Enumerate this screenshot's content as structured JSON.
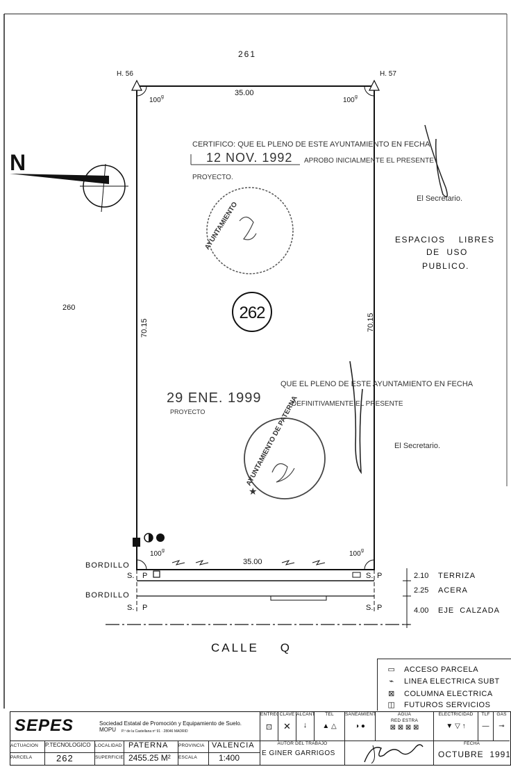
{
  "plot": {
    "parcel_top_label": "261",
    "parcel_left_label": "260",
    "parcel_number": "262",
    "north_label": "N",
    "corner_left": "H. 56",
    "corner_right": "H. 57",
    "dim_top": "35.00",
    "dim_bottom": "35.00",
    "dim_left": "70.15",
    "dim_right": "70.15",
    "angle": "100",
    "angle_sup": "g",
    "bordillo_1": "BORDILLO",
    "bordillo_2": "BORDILLO",
    "sp_s": "S.",
    "sp_p": "P",
    "street_name": "CALLE    Q",
    "free_space_1": "ESPACIOS    LIBRES",
    "free_space_2": "DE  USO",
    "free_space_3": "PUBLICO.",
    "section": [
      {
        "dim": "2.10",
        "label": "TERRIZA"
      },
      {
        "dim": "2.25",
        "label": "ACERA"
      },
      {
        "dim": "4.00",
        "label": "EJE  CALZADA"
      }
    ]
  },
  "stamps": {
    "s1_line1": "CERTIFICO: QUE EL PLENO DE ESTE AYUNTAMIENTO EN FECHA",
    "s1_date": "12 NOV. 1992",
    "s1_line2": "APROBO INICIALMENTE EL PRESENTE",
    "s1_line3": "PROYECTO.",
    "s1_secretary": "El Secretario.",
    "seal_1": "AYUNTAMIENTO",
    "s2_line1": "QUE EL PLENO DE ESTE AYUNTAMIENTO EN FECHA",
    "s2_date": "29 ENE. 1999",
    "s2_line2": "DEFINITIVAMENTE EL PRESENTE",
    "s2_line3": "PROYECTO",
    "s2_secretary": "El Secretario.",
    "seal_2": "AYUNTAMIENTO DE PATERNA"
  },
  "legend": [
    {
      "icon": "▭",
      "icon_name": "parcel-access-icon",
      "label": "ACCESO PARCELA"
    },
    {
      "icon": "⌁",
      "icon_name": "electric-line-icon",
      "label": "LINEA ELECTRICA SUBT"
    },
    {
      "icon": "⊠",
      "icon_name": "electric-column-icon",
      "label": "COLUMNA ELECTRICA"
    },
    {
      "icon": "◫",
      "icon_name": "future-services-icon",
      "label": "FUTUROS SERVICIOS"
    }
  ],
  "titleblock": {
    "logo": "SEPES",
    "company": "Sociedad Estatal de Promoción y Equipamiento de Suelo. MOPU",
    "address": "P.º de la Castellana nº 91 · 28046 MADRID",
    "services": {
      "entrega": "ENTREGA",
      "clave": "CLAVE",
      "alcant": "ALCANT.",
      "tel": "TEL",
      "saneamiento": "SANEAMIENTO",
      "agua": "AGUA",
      "electricidad": "ELECTRICIDAD",
      "tlf": "TLF",
      "gas": "GAS",
      "agua_sub": "RED    ESTRA"
    },
    "actuacion_label": "ACTUACION",
    "actuacion_value": "P.TECNOLOGICO",
    "localidad_label": "LOCALIDAD",
    "localidad_value": "PATERNA",
    "provincia_label": "PROVINCIA",
    "provincia_value": "VALENCIA",
    "parcela_label": "PARCELA",
    "parcela_value": "262",
    "superficie_label": "SUPERFICIE",
    "superficie_value": "2455.25 M²",
    "escala_label": "ESCALA",
    "escala_value": "1:400",
    "autor_label": "AUTOR DEL TRABAJO",
    "autor_value": "E GINER GARRIGOS",
    "fecha_label": "FECHA",
    "fecha_value": "OCTUBRE  1991"
  }
}
